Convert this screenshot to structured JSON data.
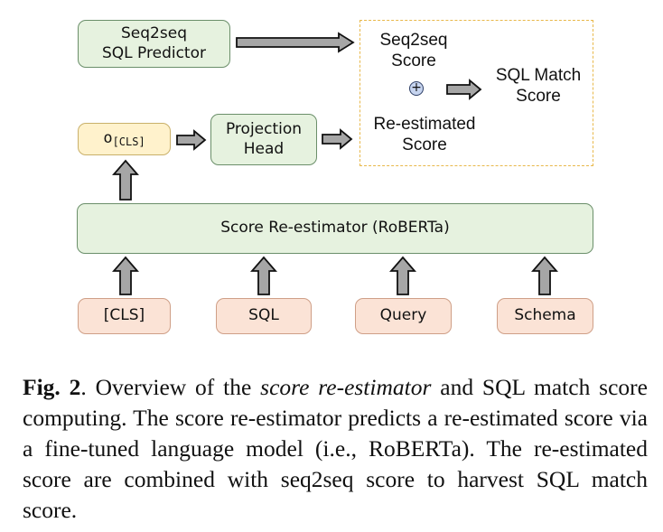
{
  "nodes": {
    "seq2seq_predictor": "Seq2seq\nSQL Predictor",
    "o_cls_main": "o",
    "o_cls_sub": "[CLS]",
    "projection_head": "Projection\nHead",
    "re_estimator": "Score Re-estimator (RoBERTa)",
    "inputs": [
      "[CLS]",
      "SQL",
      "Query",
      "Schema"
    ]
  },
  "score_group": {
    "seq2seq_score": "Seq2seq\nScore",
    "operator": "+",
    "re_estimated_score": "Re-estimated\nScore",
    "sql_match_score": "SQL Match\nScore"
  },
  "caption": {
    "fig_label": "Fig. 2",
    "part1": ".   Overview of the ",
    "italic": "score re-estimator",
    "part2": " and SQL match score computing.  The score re-estimator predicts a re-estimated score via a fine-tuned language model (i.e., RoBERTa).  The re-estimated score are combined with seq2seq score to harvest SQL match score."
  }
}
